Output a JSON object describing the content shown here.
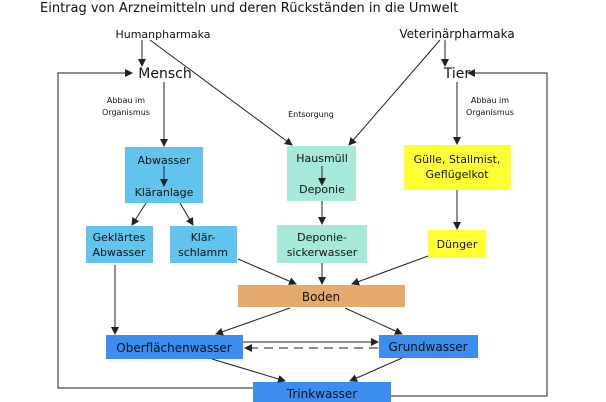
{
  "title": "Eintrag von Arzneimitteln und deren Rückständen in die Umwelt",
  "sources": {
    "human": "Humanpharmaka",
    "veterinary": "Veterinärpharmaka"
  },
  "nodes": {
    "mensch": "Mensch",
    "tier": "Tier",
    "abbau_left": [
      "Abbau im",
      "Organismus"
    ],
    "abbau_right": [
      "Abbau im",
      "Organismus"
    ],
    "entsorgung": "Entsorgung",
    "abwasser": "Abwasser",
    "klaeranlage": "Kläranlage",
    "hausmuell": "Hausmüll",
    "deponie": "Deponie",
    "guelle": [
      "Gülle, Stallmist,",
      "Geflügelkot"
    ],
    "geklaertes": [
      "Geklärtes",
      "Abwasser"
    ],
    "klaerschlamm": [
      "Klär-",
      "schlamm"
    ],
    "sickerwasser": [
      "Deponie-",
      "sickerwasser"
    ],
    "duenger": "Dünger",
    "boden": "Boden",
    "oberflaechenwasser": "Oberflächenwasser",
    "grundwasser": "Grundwasser",
    "trinkwasser": "Trinkwasser"
  },
  "colors": {
    "sewage": "#62c4ec",
    "waste": "#a6e9da",
    "manure": "#ffff33",
    "soil": "#e4ab6c",
    "water": "#3b8ef0"
  }
}
